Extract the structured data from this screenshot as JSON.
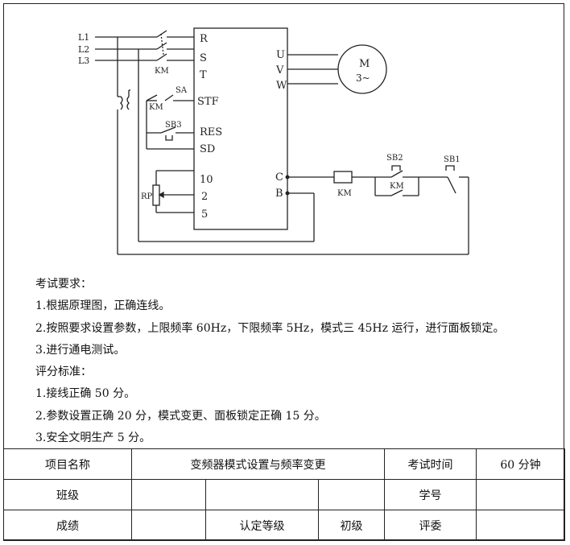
{
  "diagram": {
    "line_labels": [
      "L1",
      "L2",
      "L3"
    ],
    "inverter_inputs": [
      "R",
      "S",
      "T",
      "STF",
      "RES",
      "SD",
      "10",
      "2",
      "5"
    ],
    "inverter_outputs": [
      "U",
      "V",
      "W",
      "C",
      "B"
    ],
    "motor": {
      "name": "M",
      "phase": "3~"
    },
    "components": {
      "km_main": "KM",
      "km_aux": "KM",
      "sa": "SA",
      "sb3": "SB3",
      "rp": "RP",
      "km_coil": "KM",
      "sb2": "SB2",
      "km_hold": "KM",
      "sb1": "SB1"
    }
  },
  "requirements": {
    "lines": [
      "考试要求：",
      "1.根据原理图，正确连线。",
      "2.按照要求设置参数，上限频率 60Hz，下限频率 5Hz，模式三 45Hz 运行，进行面板锁定。",
      "3.进行通电测试。",
      "评分标准：",
      "1.接线正确 50 分。",
      "2.参数设置正确 20 分，模式变更、面板锁定正确 15 分。",
      "3.安全文明生产 5 分。"
    ]
  },
  "table": {
    "project_name_label": "项目名称",
    "project_name_value": "变频器模式设置与频率变更",
    "exam_time_label": "考试时间",
    "exam_time_value": "60 分钟",
    "class_label": "班级",
    "student_id_label": "学号",
    "score_label": "成绩",
    "level_label": "认定等级",
    "level_value": "初级",
    "judge_label": "评委"
  }
}
